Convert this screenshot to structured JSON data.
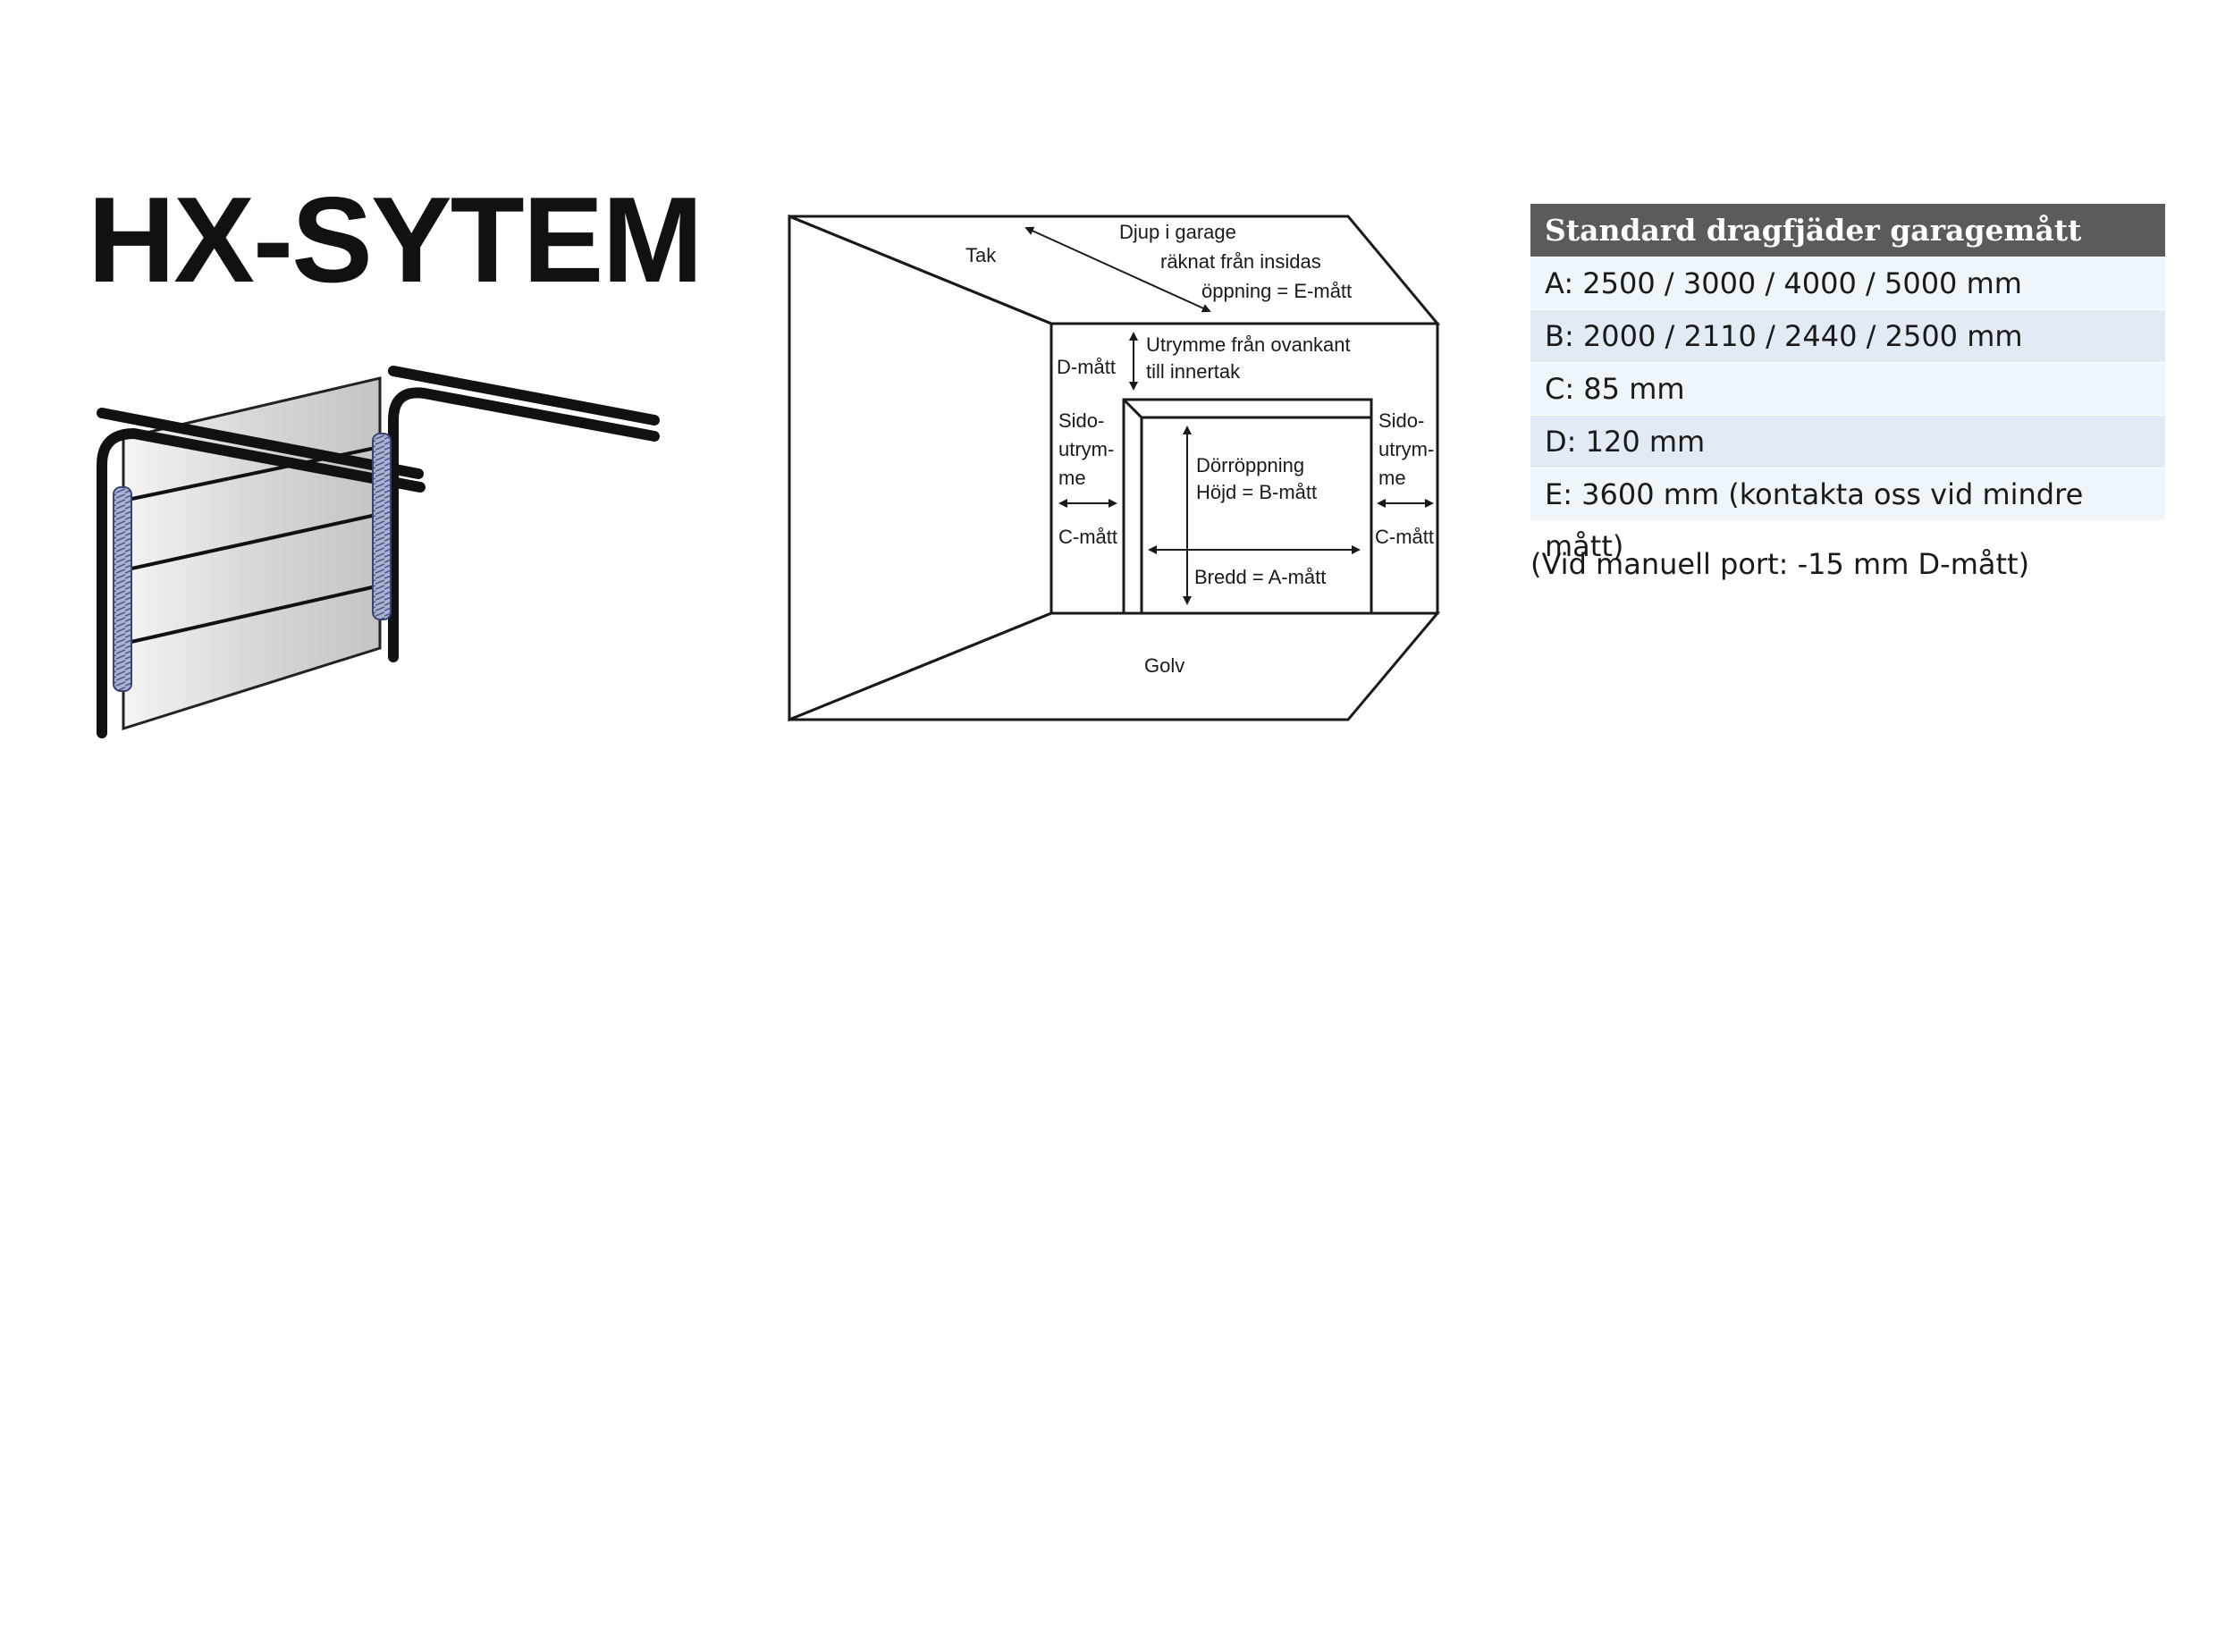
{
  "title": "HX-SYTEM",
  "diagram": {
    "tak": "Tak",
    "djup_line1": "Djup i garage",
    "djup_line2": "räknat från insidas",
    "djup_line3": "öppning = E-mått",
    "d_matt": "D-mått",
    "utrymme_line1": "Utrymme från ovankant",
    "utrymme_line2": "till innertak",
    "sido_left_1": "Sido-",
    "sido_left_2": "utrym-",
    "sido_left_3": "me",
    "c_matt_left": "C-mått",
    "sido_right_1": "Sido-",
    "sido_right_2": "utrym-",
    "sido_right_3": "me",
    "c_matt_right": "C-mått",
    "door_line1": "Dörröppning",
    "door_line2": "Höjd = B-mått",
    "bredd": "Bredd = A-mått",
    "golv": "Golv"
  },
  "specs": {
    "header": "Standard dragfjäder garagemått",
    "rows": [
      "A: 2500 / 3000 / 4000 / 5000 mm",
      "B: 2000 / 2110 / 2440 / 2500 mm",
      "C: 85 mm",
      "D: 120 mm",
      "E: 3600 mm (kontakta oss vid mindre mått)"
    ],
    "note": "(Vid manuell port: -15 mm D-mått)"
  },
  "colors": {
    "header_bg": "#5b5b5b",
    "row_light": "#eef5fb",
    "row_dark": "#e2ebf3",
    "spring": "#8c96b8"
  }
}
